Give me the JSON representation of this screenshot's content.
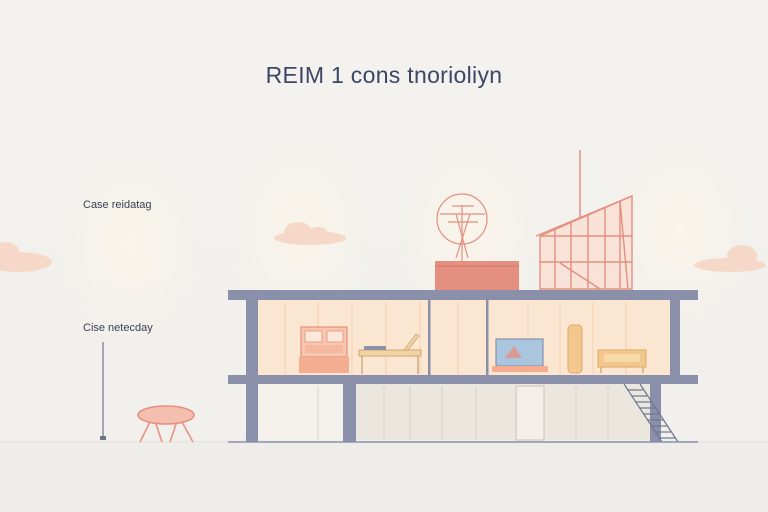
{
  "title": "REIM 1 cons tnorioliyn",
  "labels": {
    "upper": "Case reidatag",
    "lower": "Cise netecday"
  },
  "colors": {
    "background": "#f3f1ed",
    "structure": "#8a90aa",
    "accent": "#e48f7f",
    "interior": "#fbe6d2"
  }
}
